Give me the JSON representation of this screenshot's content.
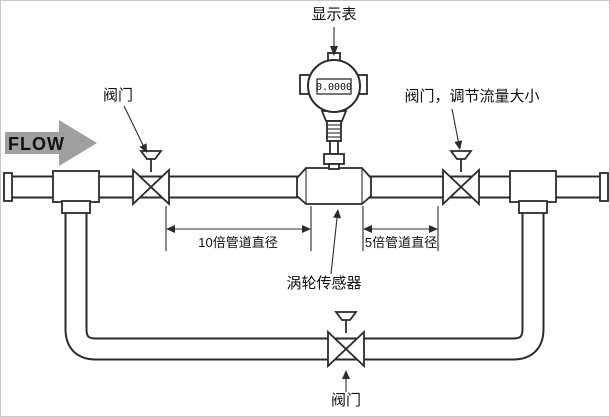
{
  "colors": {
    "line": "#2b2b2b",
    "flow_arrow_fill": "#9f9f9f",
    "background": "#ffffff"
  },
  "labels": {
    "display_meter": "显示表",
    "flow": "FLOW",
    "valve_left": "阀门",
    "valve_right": "阀门，调节流量大小",
    "valve_bottom": "阀门",
    "turbine_sensor": "涡轮传感器",
    "dim_upstream": "10倍管道直径",
    "dim_downstream": "5倍管道直径"
  },
  "transmitter": {
    "display_value": "0.0000"
  }
}
